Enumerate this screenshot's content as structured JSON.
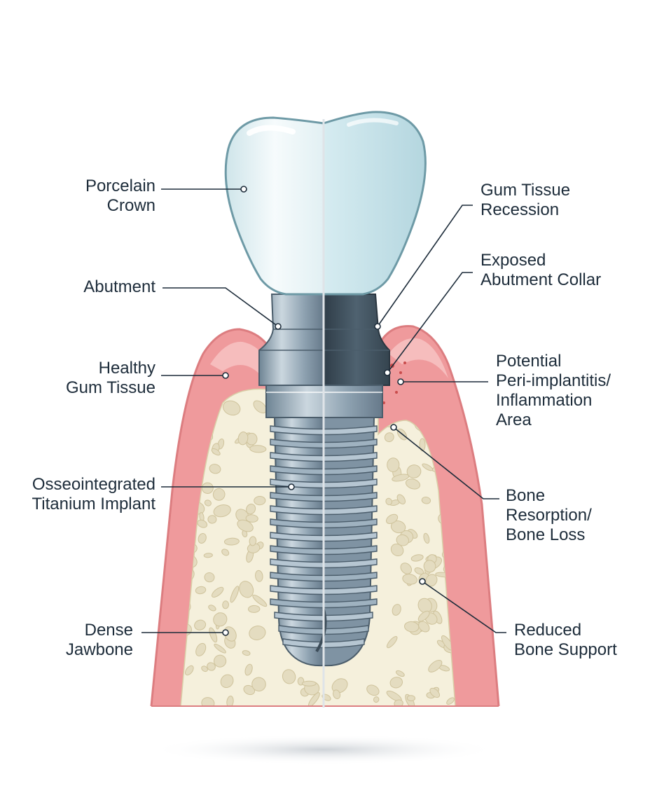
{
  "diagram": {
    "left_labels": [
      {
        "id": "porcelain-crown",
        "text": "Porcelain\nCrown"
      },
      {
        "id": "abutment",
        "text": "Abutment"
      },
      {
        "id": "healthy-gum-tissue",
        "text": "Healthy\nGum Tissue"
      },
      {
        "id": "osseointegrated-implant",
        "text": "Osseointegrated\nTitanium Implant"
      },
      {
        "id": "dense-jawbone",
        "text": "Dense\nJawbone"
      }
    ],
    "right_labels": [
      {
        "id": "gum-tissue-recession",
        "text": "Gum Tissue\nRecession"
      },
      {
        "id": "exposed-abutment-collar",
        "text": "Exposed\nAbutment Collar"
      },
      {
        "id": "peri-implantitis",
        "text": "Potential\nPeri-implantitis/\nInflammation\nArea"
      },
      {
        "id": "bone-resorption",
        "text": "Bone\nResorption/\nBone Loss"
      },
      {
        "id": "reduced-bone-support",
        "text": "Reduced\nBone Support"
      }
    ],
    "colors": {
      "gum": "#ef9a9c",
      "gum_light": "#f8c9c8",
      "bone": "#f5f0dc",
      "bone_pore": "#e4dcc0",
      "crown": "#e6f3f6",
      "crown_edge": "#6e9aa6",
      "titanium": "#8fa4b3",
      "titanium_dark": "#3c4c59",
      "leader": "#1d2c3a",
      "text": "#1d2c3a"
    }
  }
}
